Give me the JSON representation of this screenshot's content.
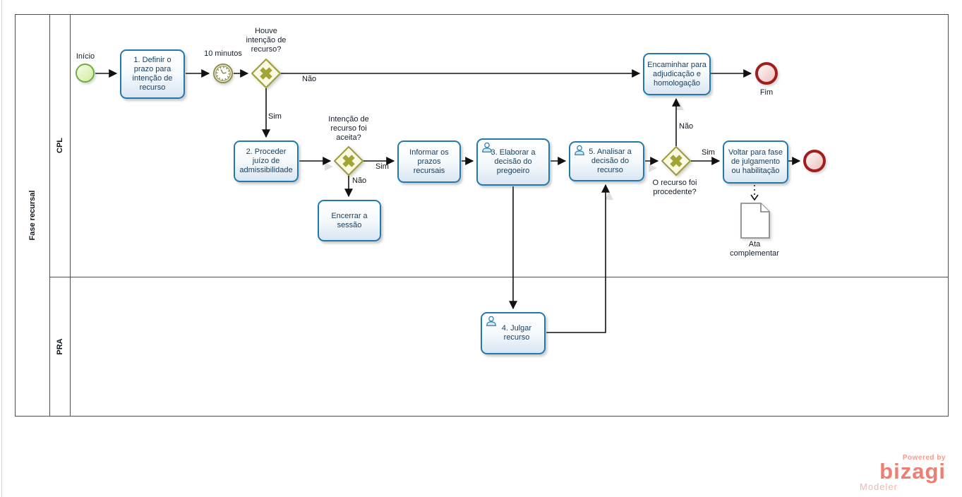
{
  "pool": {
    "label": "Fase recursal"
  },
  "lanes": [
    {
      "label": "CPL"
    },
    {
      "label": "PRA"
    }
  ],
  "nodes": {
    "inicio": {
      "type": "start-event",
      "label": "Início"
    },
    "task_definir": {
      "type": "task",
      "label": "1. Definir o prazo para intenção de recurso"
    },
    "timer": {
      "type": "timer-event",
      "label": "10 minutos"
    },
    "gw_houve": {
      "type": "exclusive-gateway",
      "label": "Houve intenção de recurso?"
    },
    "task_encaminhar": {
      "type": "task",
      "label": "Encaminhar para adjudicação e homologação"
    },
    "fim": {
      "type": "end-event",
      "label": "Fim"
    },
    "task_proceder": {
      "type": "task",
      "label": "2. Proceder juízo de admissibilidade"
    },
    "gw_aceita": {
      "type": "exclusive-gateway",
      "label": "Intenção de recurso foi aceita?"
    },
    "task_informar": {
      "type": "task",
      "label": "Informar os prazos recursais"
    },
    "task_encerrar": {
      "type": "task",
      "label": "Encerrar a sessão"
    },
    "task_elaborar": {
      "type": "user-task",
      "label": "3. Elaborar a decisão do pregoeiro"
    },
    "task_julgar": {
      "type": "user-task",
      "label": "4. Julgar recurso"
    },
    "task_analisar": {
      "type": "user-task",
      "label": "5. Analisar a decisão do recurso"
    },
    "gw_procedente": {
      "type": "exclusive-gateway",
      "label": "O recurso foi procedente?"
    },
    "task_voltar": {
      "type": "task",
      "label": "Voltar para fase de julgamento ou habilitação"
    },
    "end_final": {
      "type": "end-event"
    },
    "doc_ata": {
      "type": "document",
      "label": "Ata complementar"
    }
  },
  "edge_labels": {
    "houve_nao": "Não",
    "houve_sim": "Sim",
    "aceita_sim": "Sim",
    "aceita_nao": "Não",
    "procedente_nao": "Não",
    "procedente_sim": "Sim"
  },
  "branding": {
    "powered_by": "Powered by",
    "brand": "bizagi",
    "product": "Modeler"
  },
  "colors": {
    "task_border": "#2279ab",
    "task_text": "#19405e",
    "gateway_olive": "#9c9c3b",
    "start_green": "#6fae3c",
    "end_red": "#a11e1e",
    "brand_orange": "#ed7e72"
  }
}
